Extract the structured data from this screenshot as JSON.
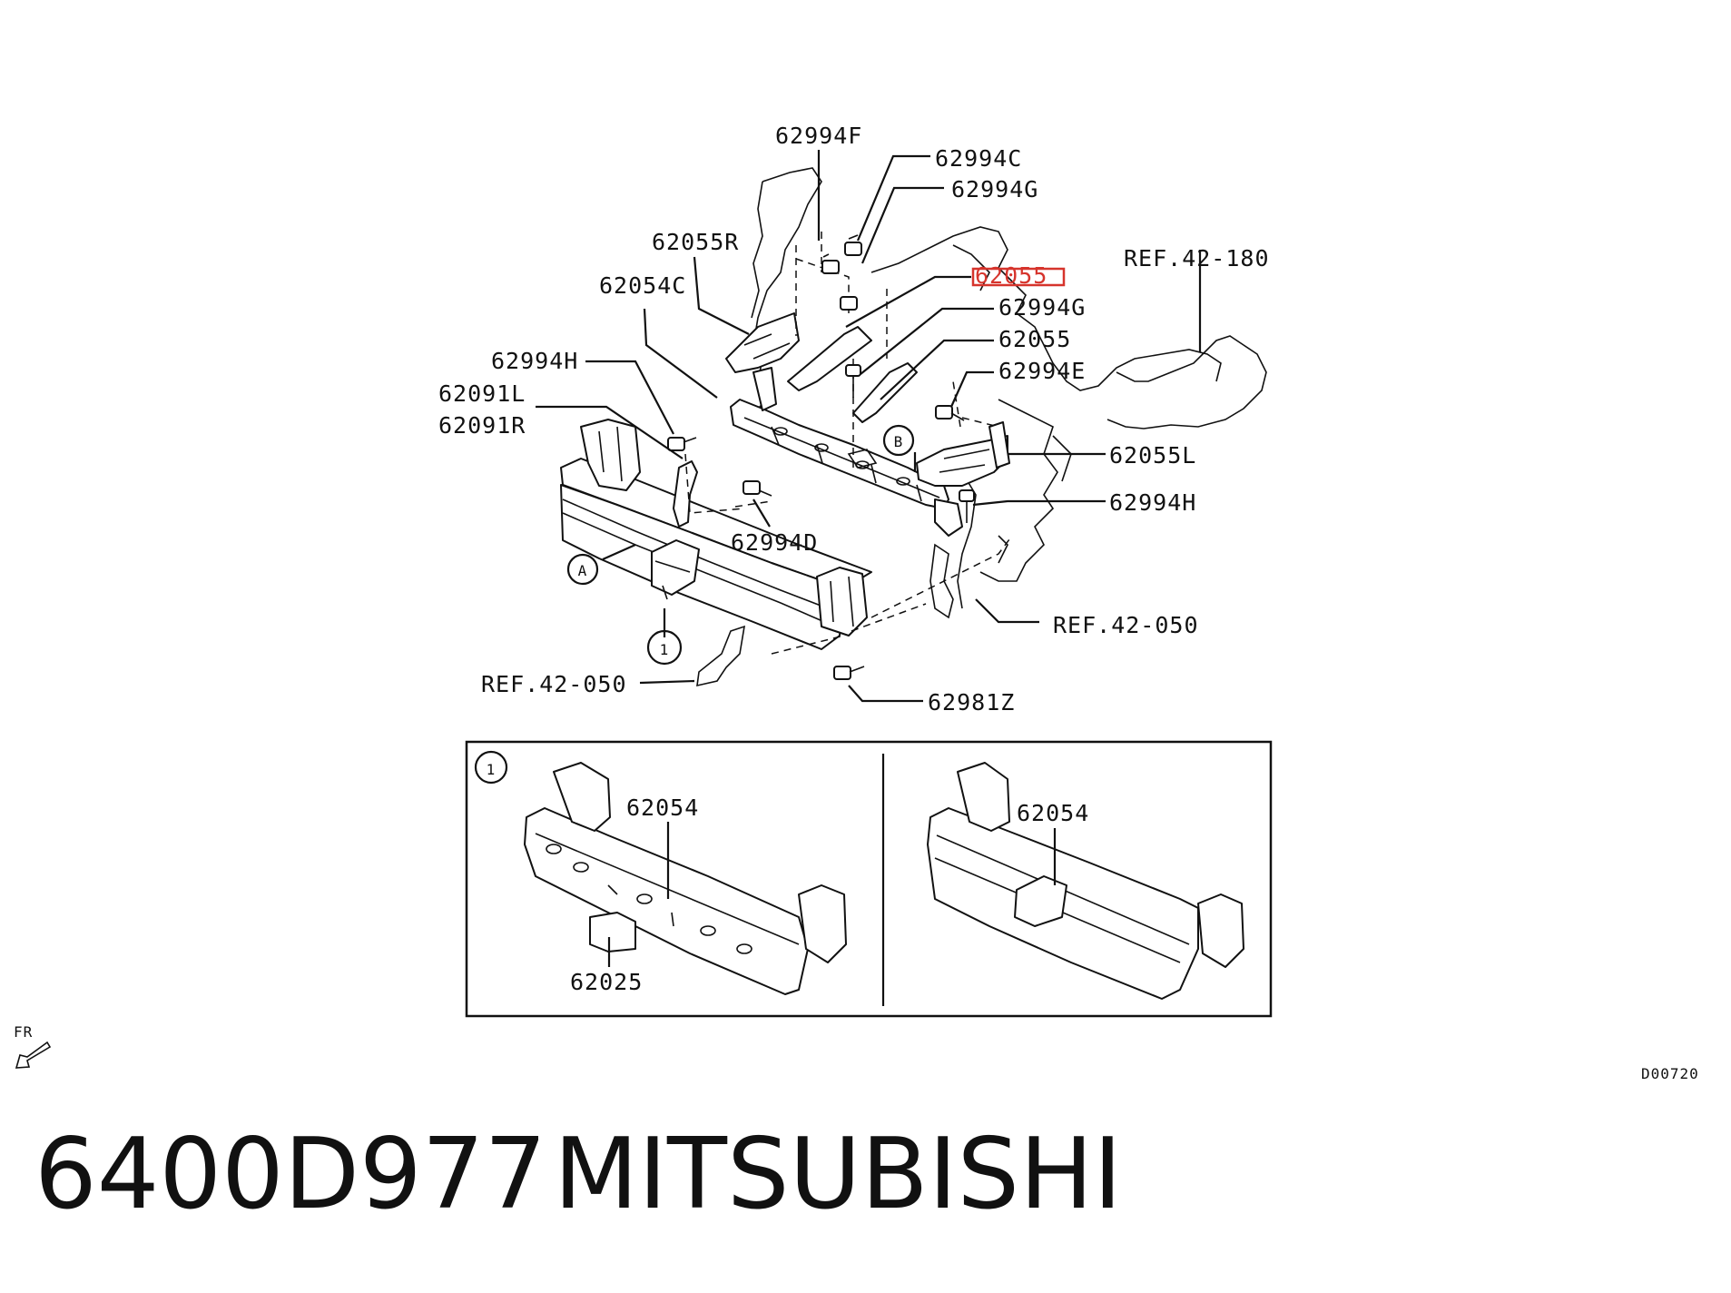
{
  "callouts": {
    "c62994F": "62994F",
    "c62994C": "62994C",
    "c62994G_1": "62994G",
    "c62055R": "62055R",
    "cREF42_180": "REF.42-180",
    "c62055_highlight": "62055",
    "c62054C": "62054C",
    "c62994G_2": "62994G",
    "c62055": "62055",
    "c62994H_1": "62994H",
    "c62994E": "62994E",
    "c62091L": "62091L",
    "c62091R": "62091R",
    "c62055L": "62055L",
    "c62994H_2": "62994H",
    "c62994D": "62994D",
    "cREF42_050_1": "REF.42-050",
    "cREF42_050_2": "REF.42-050",
    "c62981Z": "62981Z"
  },
  "markers": {
    "a": "A",
    "b": "B",
    "one": "1",
    "one_inset": "1"
  },
  "inset": {
    "left_label": "62054",
    "left_pad_label": "62025",
    "right_label": "62054"
  },
  "direction": {
    "label": "FR"
  },
  "diagram_code": "D00720",
  "footer": {
    "part_number": "6400D977",
    "brand": "MITSUBISHI"
  },
  "colors": {
    "highlight": "#d6342c",
    "ink": "#111111"
  }
}
